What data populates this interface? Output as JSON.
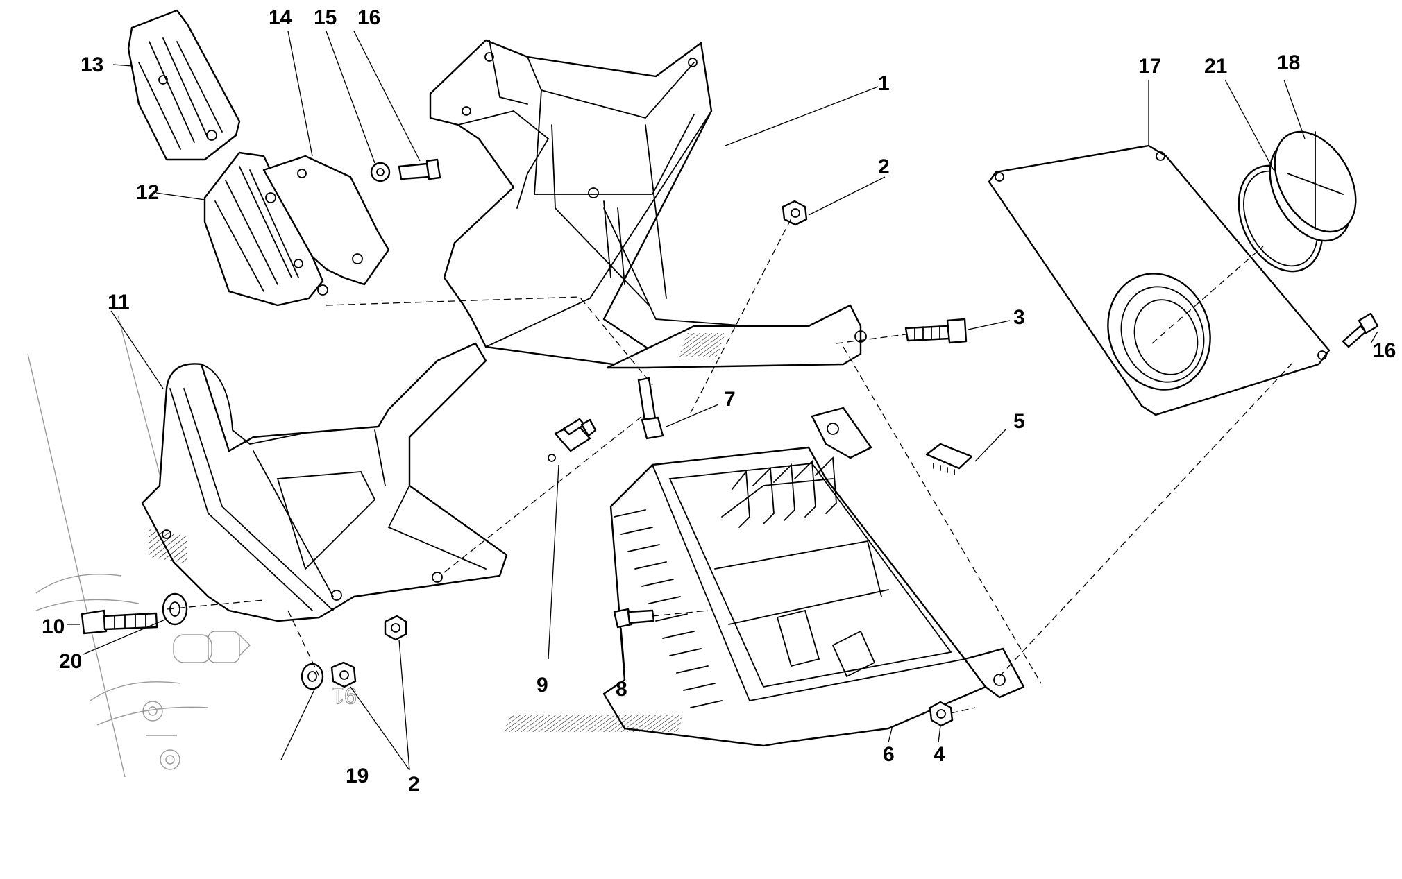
{
  "callouts": [
    {
      "id": "c1",
      "text": "1"
    },
    {
      "id": "c2a",
      "text": "2"
    },
    {
      "id": "c2b",
      "text": "2"
    },
    {
      "id": "c3",
      "text": "3"
    },
    {
      "id": "c4",
      "text": "4"
    },
    {
      "id": "c5",
      "text": "5"
    },
    {
      "id": "c6",
      "text": "6"
    },
    {
      "id": "c7",
      "text": "7"
    },
    {
      "id": "c8",
      "text": "8"
    },
    {
      "id": "c9",
      "text": "9"
    },
    {
      "id": "c10",
      "text": "10"
    },
    {
      "id": "c11",
      "text": "11"
    },
    {
      "id": "c12",
      "text": "12"
    },
    {
      "id": "c13",
      "text": "13"
    },
    {
      "id": "c14",
      "text": "14"
    },
    {
      "id": "c15",
      "text": "15"
    },
    {
      "id": "c16a",
      "text": "16"
    },
    {
      "id": "c16b",
      "text": "16"
    },
    {
      "id": "c17",
      "text": "17"
    },
    {
      "id": "c18",
      "text": "18"
    },
    {
      "id": "c19",
      "text": "19"
    },
    {
      "id": "c20",
      "text": "20"
    },
    {
      "id": "c21",
      "text": "21"
    }
  ],
  "ghost_marking": "91"
}
